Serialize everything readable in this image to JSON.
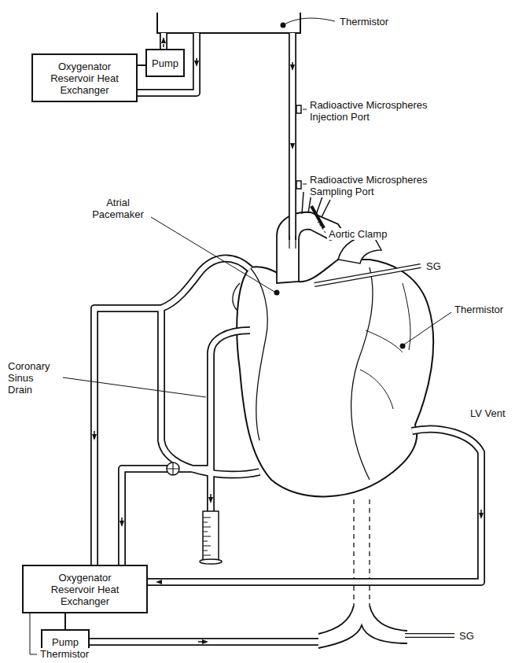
{
  "diagram": {
    "nodes": [
      {
        "text": [
          "Pump"
        ]
      },
      {
        "text": [
          "Oxygenator Reservoir Heat Exchanger"
        ]
      },
      {
        "text": [
          "Oxygenator Reservoir Heat Exchanger"
        ]
      },
      {
        "text": [
          "Pump"
        ]
      }
    ],
    "edges": [
      {
        "from": 1,
        "to": 0,
        "arrow": "none"
      },
      {
        "from": 2,
        "to": 3,
        "arrow": "none"
      }
    ],
    "labels": [
      "Thermistor",
      "Radioactive Microspheres Injection Port",
      "Radioactive Microspheres Sampling Port",
      "Aortic Clamp",
      "SG",
      "Atrial Pacemaker",
      "Thermistor",
      "Coronary Sinus Drain",
      "LV Vent",
      "SG",
      "Thermistor"
    ]
  }
}
